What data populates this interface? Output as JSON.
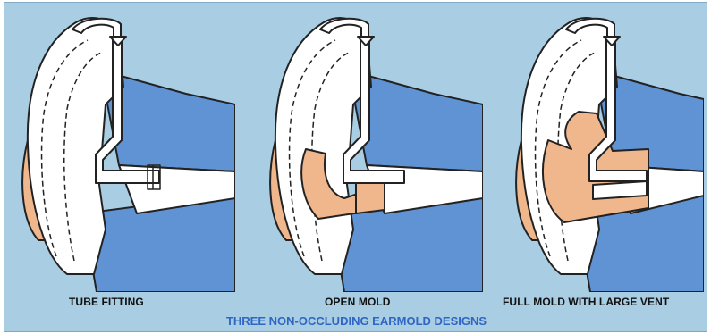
{
  "labels": {
    "tube_fitting": "TUBE FITTING",
    "open_mold": "OPEN MOLD",
    "full_mold": "FULL MOLD WITH LARGE VENT"
  },
  "title": "THREE NON-OCCLUDING EARMOLD DESIGNS",
  "colors": {
    "background": "#a9cde3",
    "ear_blue": "#5f93d3",
    "earmold_peach": "#f0b78d",
    "title_blue": "#2f66c4",
    "outline": "#222222"
  }
}
